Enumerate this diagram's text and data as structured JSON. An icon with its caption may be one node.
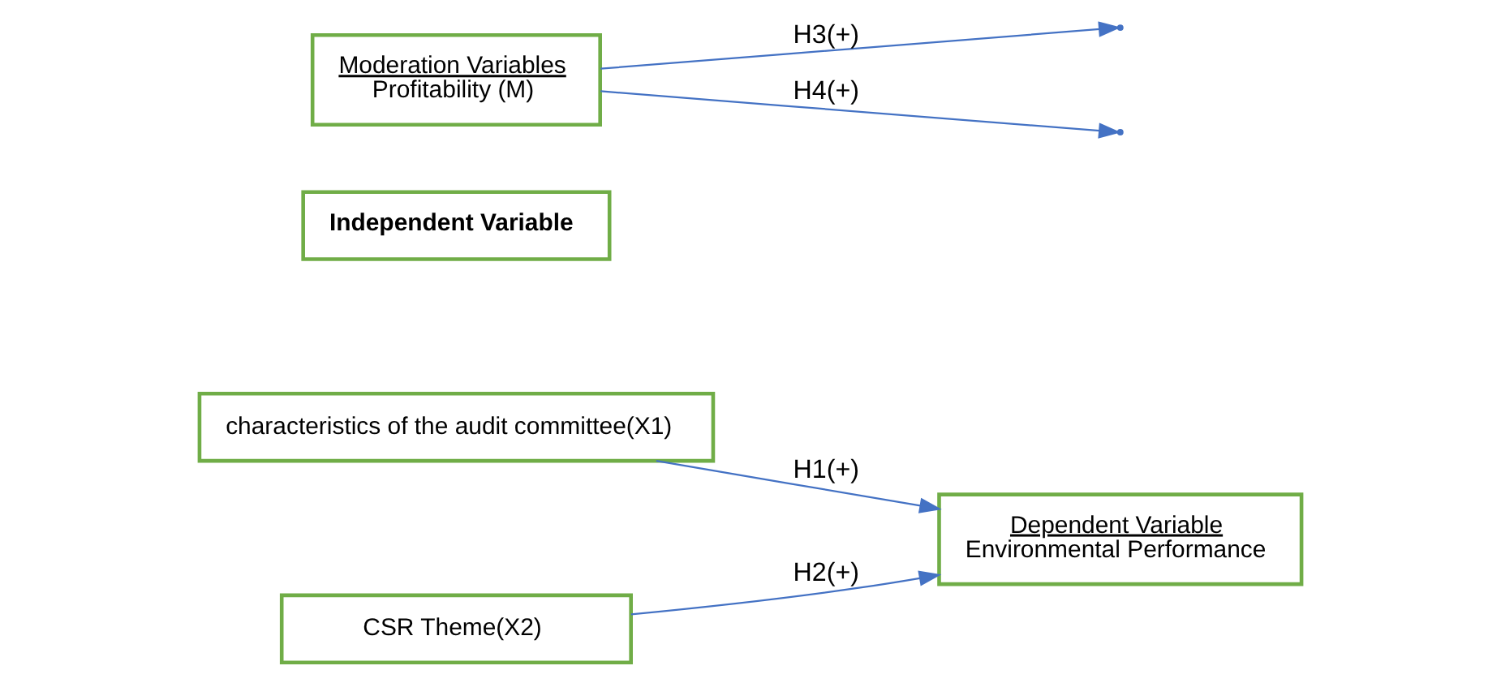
{
  "diagram": {
    "nodes": [
      {
        "text": [
          "Independent Variable"
        ]
      },
      {
        "text": [
          "characteristics of the audit committee(X1)"
        ]
      },
      {
        "text": [
          "CSR Theme(X2)"
        ]
      },
      {
        "text": [
          "Dependent Variable",
          "Environmental Performance"
        ]
      },
      {
        "text": [
          "Moderation Variables",
          "Profitability (M)"
        ]
      }
    ],
    "edges": [
      {
        "from": 1,
        "to": 3,
        "arrow": "to",
        "label": "H1(+)"
      },
      {
        "from": 2,
        "to": 3,
        "arrow": "to",
        "label": "H2(+)"
      },
      {
        "from": 4,
        "to": null,
        "arrow": "to",
        "label": "H3(+)"
      },
      {
        "from": 4,
        "to": null,
        "arrow": "to",
        "label": "H4(+)"
      }
    ]
  }
}
